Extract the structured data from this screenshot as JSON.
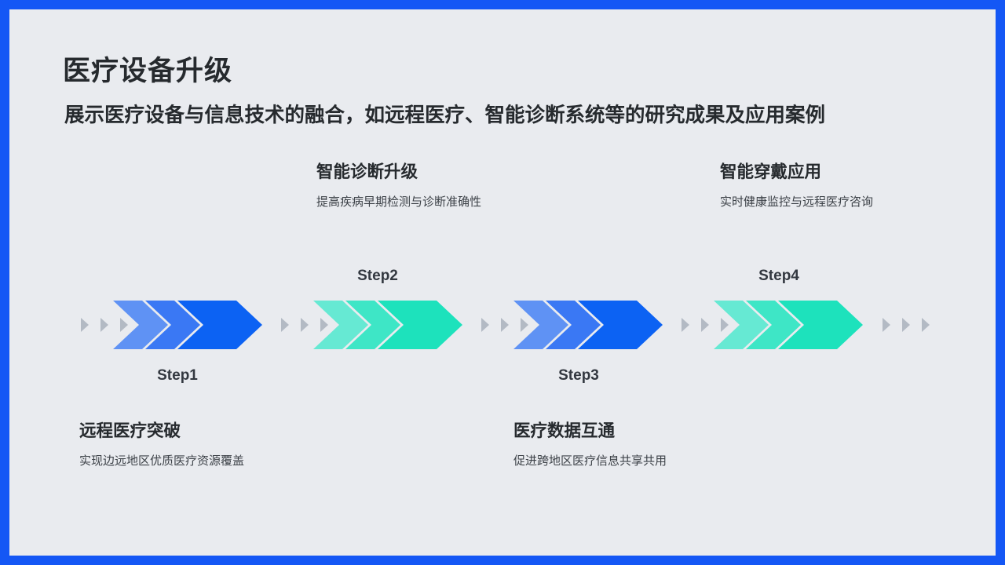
{
  "slide": {
    "title": "医疗设备升级",
    "subtitle": "展示医疗设备与信息技术的融合，如远程医疗、智能诊断系统等的研究成果及应用案例"
  },
  "steps": [
    {
      "label": "Step1",
      "title": "远程医疗突破",
      "desc": "实现边远地区优质医疗资源覆盖",
      "theme": "blue"
    },
    {
      "label": "Step2",
      "title": "智能诊断升级",
      "desc": "提高疾病早期检测与诊断准确性",
      "theme": "teal"
    },
    {
      "label": "Step3",
      "title": "医疗数据互通",
      "desc": "促进跨地区医疗信息共享共用",
      "theme": "blue"
    },
    {
      "label": "Step4",
      "title": "智能穿戴应用",
      "desc": "实时健康监控与远程医疗咨询",
      "theme": "teal"
    }
  ],
  "colors": {
    "border": "#1457f5",
    "background": "#e9ebef",
    "blue_dark": "#0c62f3",
    "blue_mid": "#3a78f4",
    "blue_light": "#5f92f4",
    "teal_dark": "#1de2bc",
    "teal_mid": "#3ee6c6",
    "teal_light": "#66e9d3",
    "small_arrow": "#b3bac4"
  }
}
